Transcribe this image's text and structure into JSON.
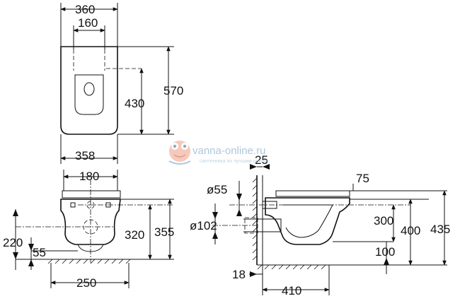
{
  "top_view": {
    "d360": "360",
    "d160": "160",
    "d430": "430",
    "d570": "570",
    "d358": "358"
  },
  "front_view": {
    "d180": "180",
    "d220": "220",
    "d55": "55",
    "d320": "320",
    "d355": "355",
    "d250": "250"
  },
  "side_view": {
    "d25": "25",
    "d75": "75",
    "d55": "ø55",
    "d102": "ø102",
    "d300": "300",
    "d400": "400",
    "d435": "435",
    "d100": "100",
    "d18": "18",
    "d410": "410"
  },
  "watermark": {
    "site": "vanna-online.ru",
    "tagline": "сантехника по лучшим ценам",
    "icon": "frog-logo-icon",
    "color": "#8fb6d2"
  }
}
